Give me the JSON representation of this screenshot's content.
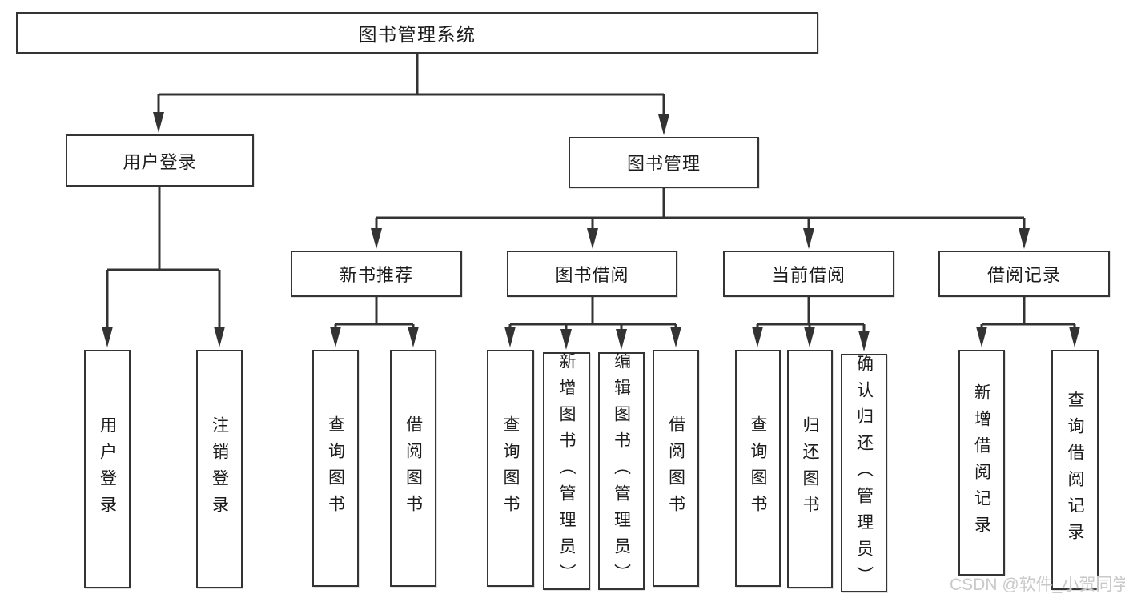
{
  "tree": {
    "root_label": "图书管理系统",
    "user_branch": {
      "label": "用户登录",
      "children": [
        "用户登录",
        "注销登录"
      ]
    },
    "mgmt_branch": {
      "label": "图书管理",
      "sections": [
        {
          "label": "新书推荐",
          "children": [
            "查询图书",
            "借阅图书"
          ]
        },
        {
          "label": "图书借阅",
          "children": [
            "查询图书",
            "新增图书（管理员）",
            "编辑图书（管理员）",
            "借阅图书"
          ]
        },
        {
          "label": "当前借阅",
          "children": [
            "查询图书",
            "归还图书",
            "确认归还（管理员）"
          ]
        },
        {
          "label": "借阅记录",
          "children": [
            "新增借阅记录",
            "查询借阅记录"
          ]
        }
      ]
    }
  },
  "watermark": "CSDN @软件_小贺同学",
  "colors": {
    "line": "#333333",
    "border": "#343434",
    "text": "#1c1c1c",
    "watermark": "#c9c9c9",
    "background": "#ffffff"
  }
}
